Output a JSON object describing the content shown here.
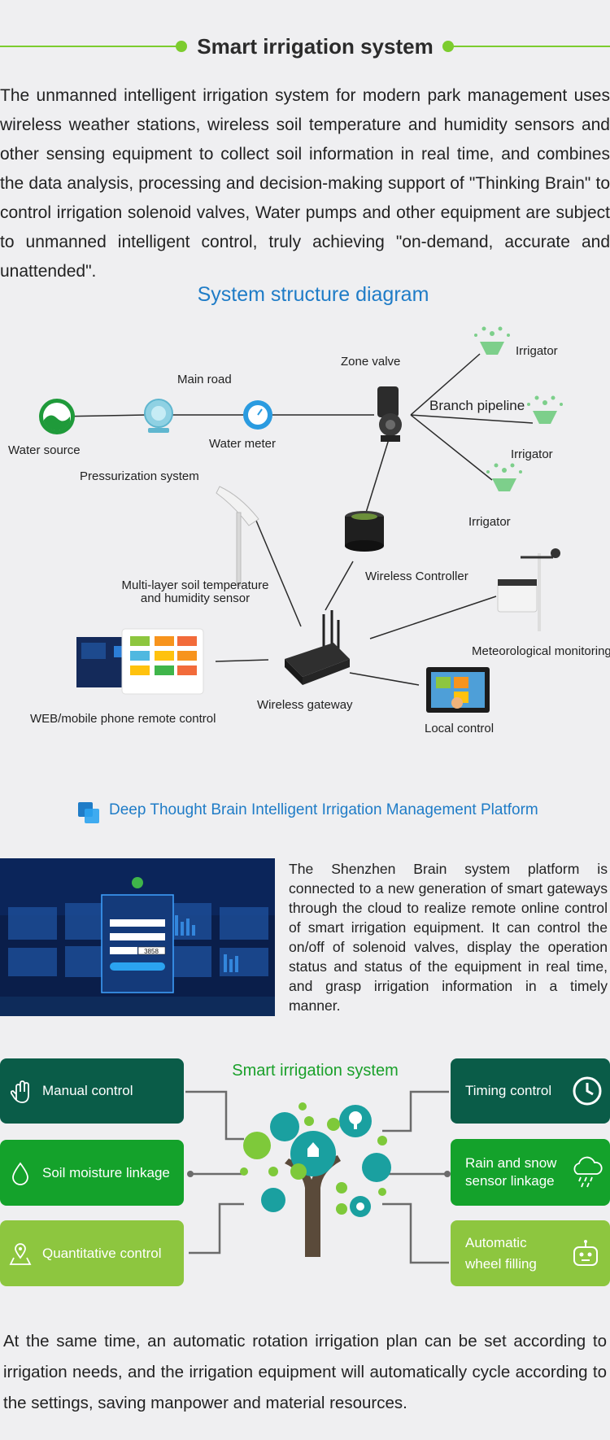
{
  "header": {
    "title": "Smart irrigation system"
  },
  "intro": "The unmanned intelligent irrigation system for modern park management uses wireless weather stations, wireless soil temperature and humidity sensors and other sensing equipment to collect soil information in real time, and combines the data analysis, processing and decision-making support of \"Thinking Brain\" to control irrigation solenoid valves, Water pumps and other equipment are subject to unmanned intelligent control, truly achieving \"on-demand, accurate and unattended\".",
  "diagram": {
    "title": "System structure diagram",
    "labels": {
      "water_source": "Water source",
      "main_road": "Main road",
      "water_meter": "Water meter",
      "zone_valve": "Zone valve",
      "branch_pipeline": "Branch pipeline",
      "irrigator_1": "Irrigator",
      "irrigator_2": "Irrigator",
      "irrigator_3": "Irrigator",
      "pressurization": "Pressurization system",
      "soil_sensor_1": "Multi-layer soil temperature",
      "soil_sensor_2": "and humidity sensor",
      "wireless_controller": "Wireless Controller",
      "meteorological": "Meteorological monitoring",
      "web_mobile": "WEB/mobile phone remote control",
      "wireless_gateway": "Wireless gateway",
      "local_control": "Local control"
    }
  },
  "platform": {
    "title": "Deep Thought Brain Intelligent Irrigation Management Platform",
    "login_value": "3858",
    "description": "The Shenzhen Brain system platform is connected to a new generation of smart gateways through the cloud to realize remote online control of smart irrigation equipment. It can control the on/off of solenoid valves, display the operation status and status of the equipment in real time, and grasp irrigation information in a timely manner."
  },
  "features": {
    "title": "Smart irrigation system",
    "left": [
      {
        "label": "Manual control",
        "icon": "hand-icon"
      },
      {
        "label": "Soil moisture linkage",
        "icon": "water-drop-icon"
      },
      {
        "label": "Quantitative control",
        "icon": "location-pin-icon"
      }
    ],
    "right": [
      {
        "label": "Timing control",
        "icon": "clock-icon"
      },
      {
        "label_line1": "Rain and snow",
        "label_line2": "sensor linkage",
        "icon": "rain-cloud-icon"
      },
      {
        "label_line1": "Automatic",
        "label_line2": "wheel filling",
        "icon": "robot-icon"
      }
    ],
    "colors": {
      "dark": "#0a5c48",
      "green": "#14a22b",
      "light": "#8dc63f"
    }
  },
  "outro": "At the same time, an automatic rotation irrigation plan can be set according to irrigation needs, and the irrigation equipment will automatically cycle according to the settings, saving manpower and material resources."
}
